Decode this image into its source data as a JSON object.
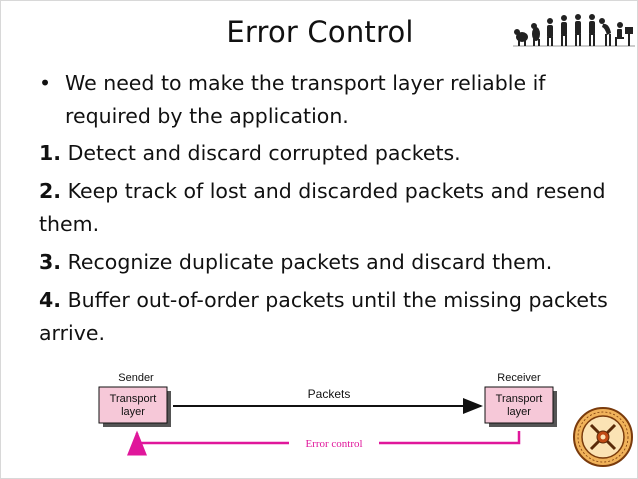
{
  "slide": {
    "title": "Error Control",
    "bullet": "We need to make the transport layer reliable if required by the application.",
    "items": [
      {
        "num": "1.",
        "text": "Detect and discard corrupted packets."
      },
      {
        "num": "2.",
        "text": "Keep track of lost and discarded packets and resend them."
      },
      {
        "num": "3.",
        "text": "Recognize duplicate packets and discard them."
      },
      {
        "num": "4.",
        "text": "Buffer out-of-order packets until the missing packets arrive."
      }
    ]
  },
  "diagram": {
    "sender_label": "Sender",
    "receiver_label": "Receiver",
    "sender_box_line1": "Transport",
    "sender_box_line2": "layer",
    "receiver_box_line1": "Transport",
    "receiver_box_line2": "layer",
    "packets_label": "Packets",
    "error_control_label": "Error control"
  },
  "colors": {
    "box_fill": "#f6c8d8",
    "error_control": "#e0179b",
    "arrow": "#111111"
  },
  "icons": {
    "evolution": "human-evolution-to-computer-icon",
    "seal": "college-seal-icon"
  }
}
